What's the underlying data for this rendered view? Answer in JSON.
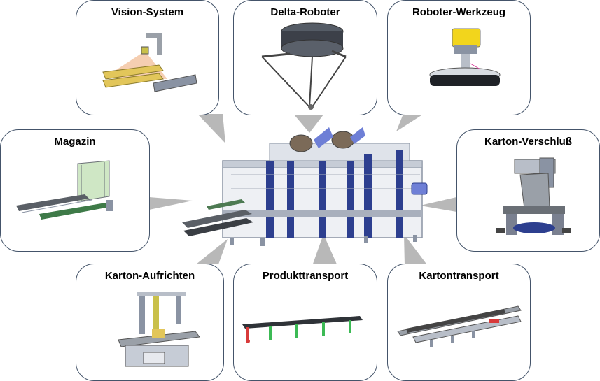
{
  "center": {
    "label": ""
  },
  "modules": [
    {
      "id": "vision",
      "title": "Vision-System"
    },
    {
      "id": "delta",
      "title": "Delta-Roboter"
    },
    {
      "id": "tool",
      "title": "Roboter-Werkzeug"
    },
    {
      "id": "magazine",
      "title": "Magazin"
    },
    {
      "id": "closure",
      "title": "Karton-Verschluß"
    },
    {
      "id": "erect",
      "title": "Karton-Aufrichten"
    },
    {
      "id": "product",
      "title": "Produkttransport"
    },
    {
      "id": "carton",
      "title": "Kartontransport"
    }
  ],
  "colors": {
    "card_border": "#44546a",
    "connector": "#b8b8b8",
    "frame": "#8a93a3",
    "accent_blue": "#2d3f8f",
    "robot_blue": "#6e7fd6",
    "vision_cone": "#f3c5a3",
    "tool_yellow": "#f2d51c",
    "product_green": "#3cba55",
    "product_red": "#d83a3a"
  }
}
